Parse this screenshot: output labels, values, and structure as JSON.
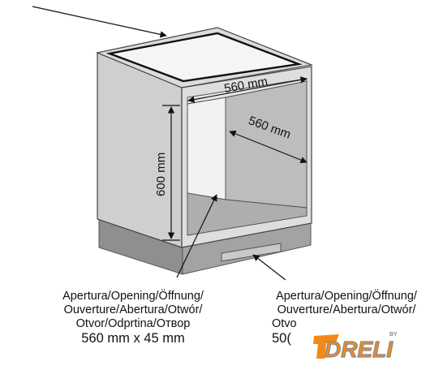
{
  "dimensions": {
    "width": "560 mm",
    "depth": "560 mm",
    "height": "600 mm"
  },
  "captions": {
    "left": {
      "lines": [
        "Apertura/Opening/Öffnung/",
        "Ouverture/Abertura/Otwór/",
        "Otvor/Odprtina/Отвор"
      ],
      "size": "560 mm x 45 mm"
    },
    "right": {
      "lines": [
        "Apertura/Opening/Öffnung/",
        "Ouverture/Abertura/Otwór/",
        "Otvo"
      ],
      "size": "50("
    }
  },
  "logo": {
    "text": "DRELI",
    "superscript": "BY",
    "colors": {
      "orange": "#f08a1c",
      "grey": "#8a8a8a"
    }
  }
}
